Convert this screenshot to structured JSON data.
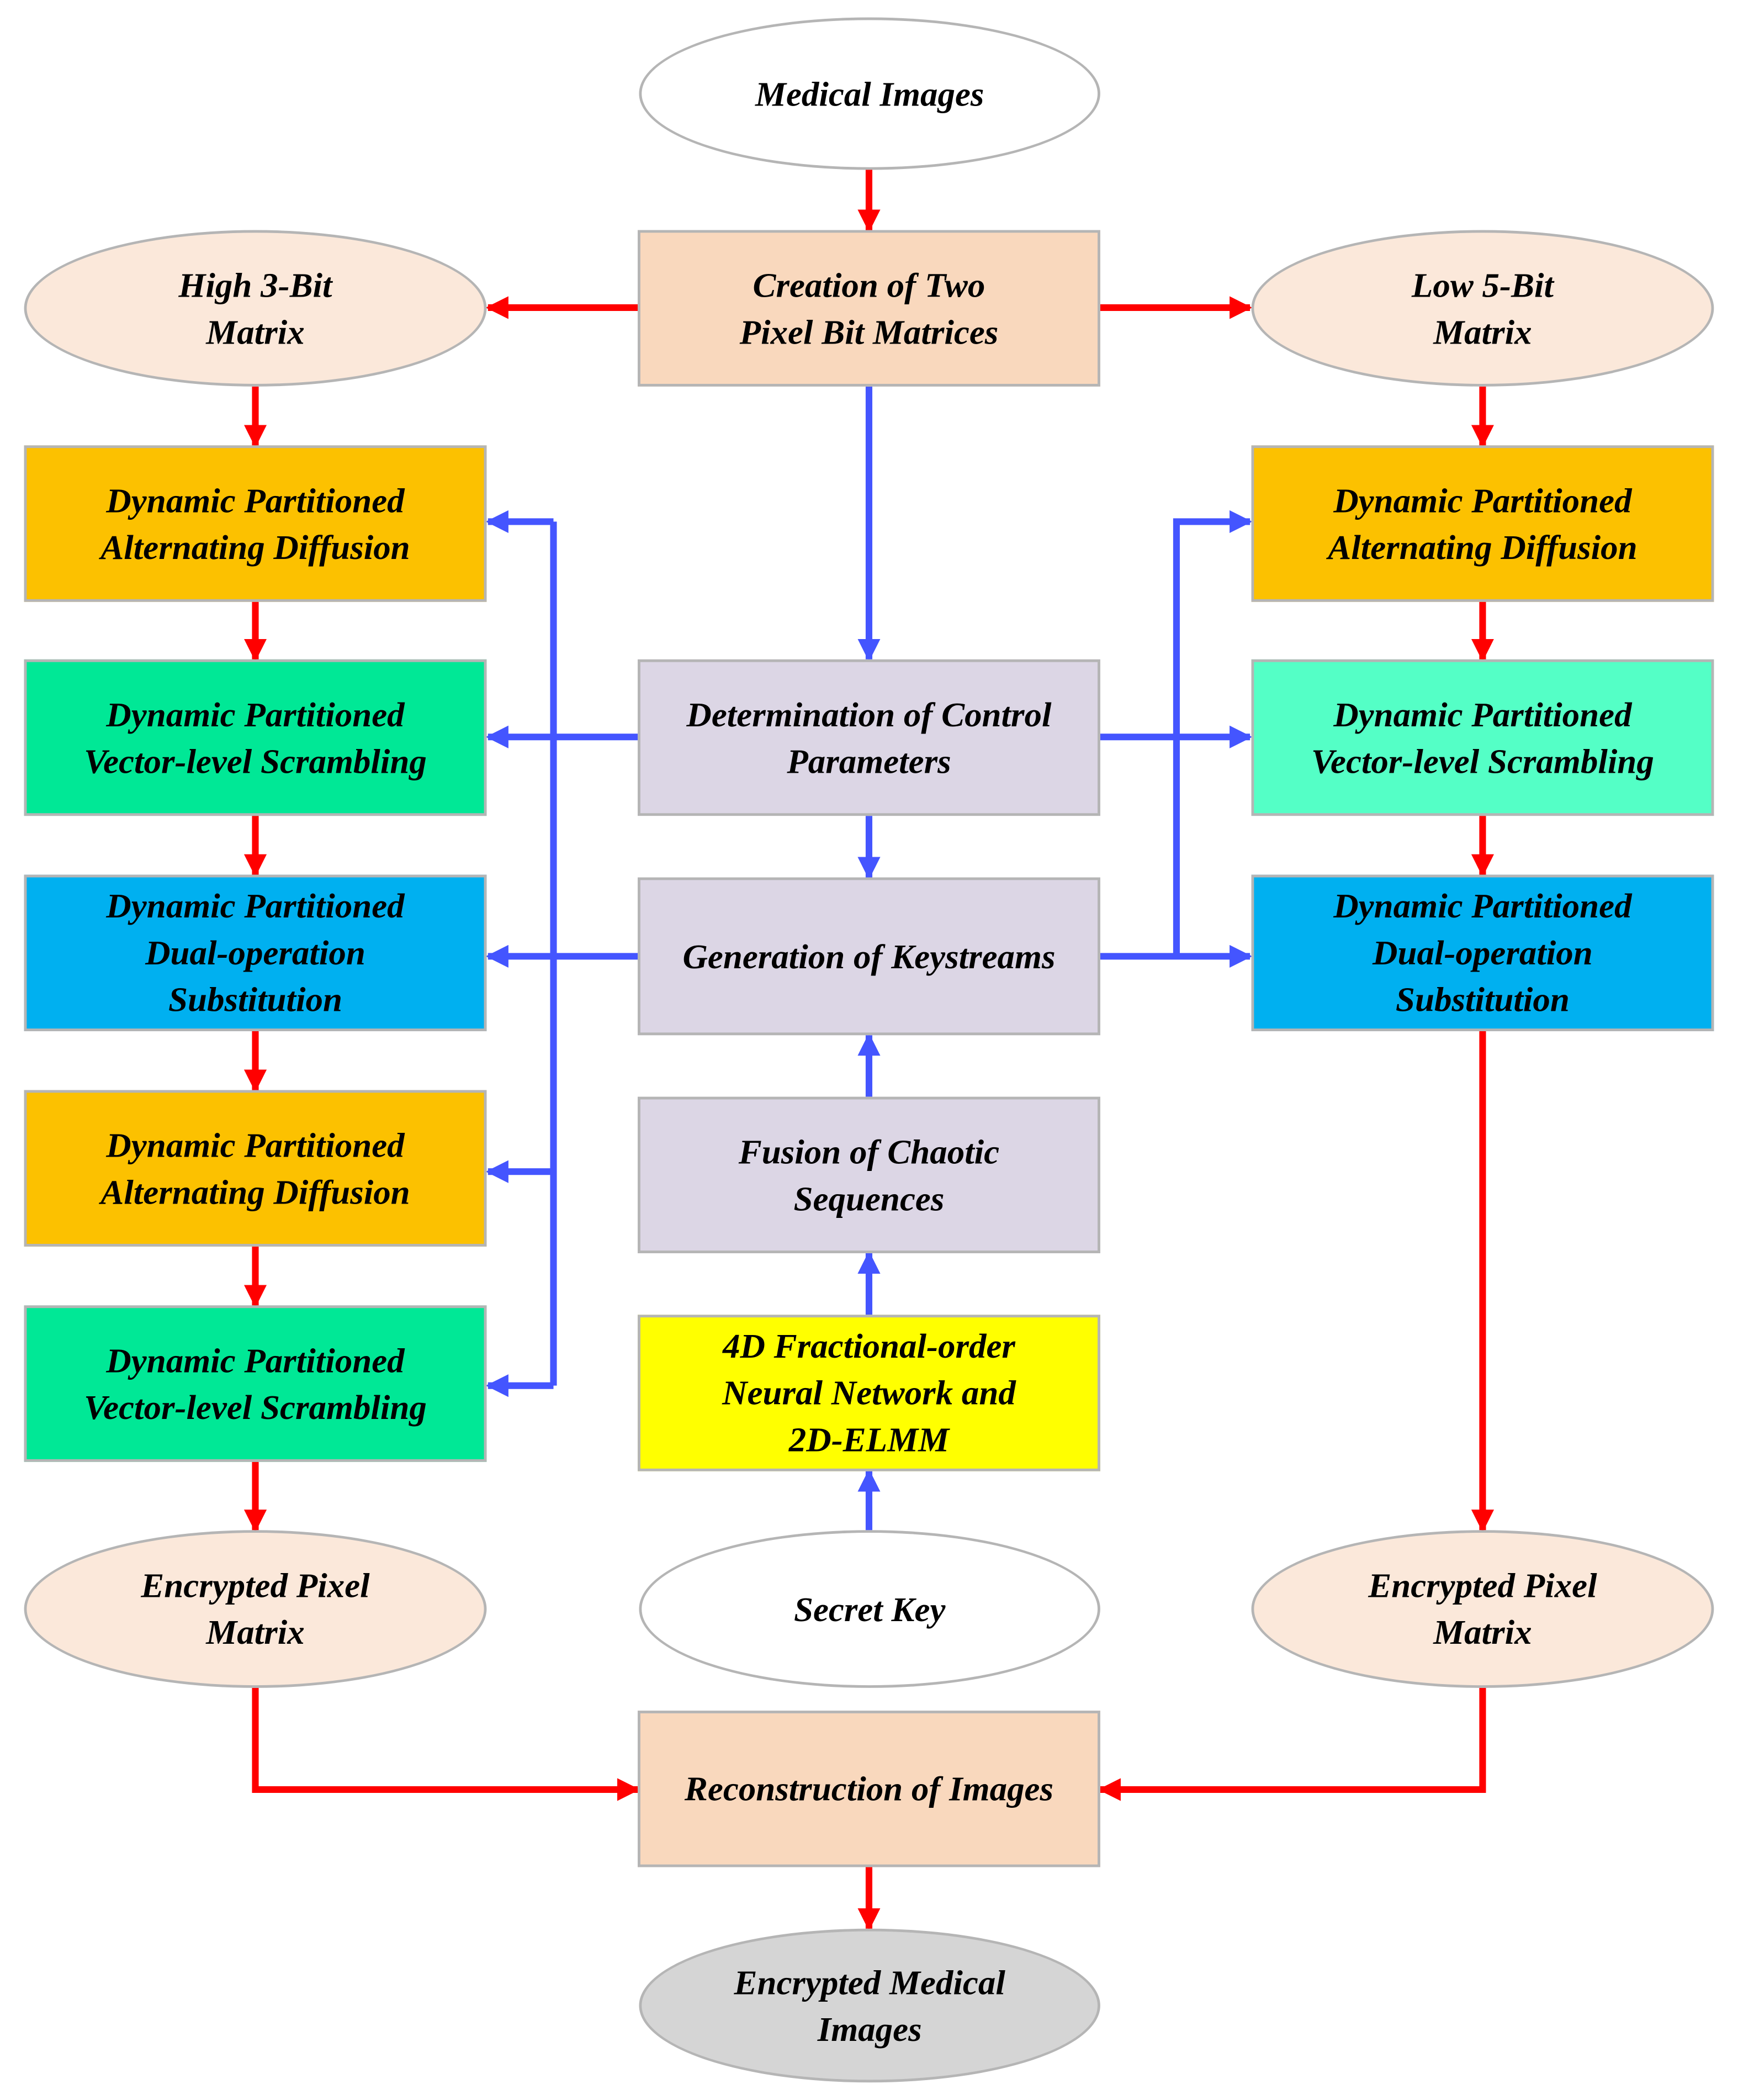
{
  "colors": {
    "flow": "#ff0000",
    "control": "#4455ff",
    "peach_box": "#f9d8bd",
    "peach_ellipse": "#fbe8da",
    "orange": "#fcc100",
    "green": "#00e896",
    "mint": "#54ffc6",
    "blue": "#00b0f0",
    "lavender": "#dcd6e5",
    "yellow": "#ffff00",
    "gray": "#d5d5d5",
    "white": "#ffffff"
  },
  "nodes": {
    "medical_images": "Medical Images",
    "creation": "Creation of Two\nPixel Bit Matrices",
    "high_matrix": "High 3-Bit\nMatrix",
    "low_matrix": "Low 5-Bit\nMatrix",
    "left_diffusion_1": "Dynamic Partitioned\nAlternating Diffusion",
    "left_scrambling_1": "Dynamic Partitioned\nVector-level Scrambling",
    "left_substitution": "Dynamic Partitioned\nDual-operation\nSubstitution",
    "left_diffusion_2": "Dynamic Partitioned\nAlternating Diffusion",
    "left_scrambling_2": "Dynamic Partitioned\nVector-level Scrambling",
    "left_encrypted": "Encrypted Pixel\nMatrix",
    "control_params": "Determination of Control\nParameters",
    "keystreams": "Generation of Keystreams",
    "fusion": "Fusion of Chaotic\nSequences",
    "neural_network": "4D Fractional-order\nNeural Network and\n2D-ELMM",
    "secret_key": "Secret Key",
    "right_diffusion": "Dynamic Partitioned\nAlternating Diffusion",
    "right_scrambling": "Dynamic Partitioned\nVector-level Scrambling",
    "right_substitution": "Dynamic Partitioned\nDual-operation\nSubstitution",
    "right_encrypted": "Encrypted Pixel\nMatrix",
    "reconstruction": "Reconstruction of Images",
    "encrypted_medical": "Encrypted Medical\nImages"
  }
}
